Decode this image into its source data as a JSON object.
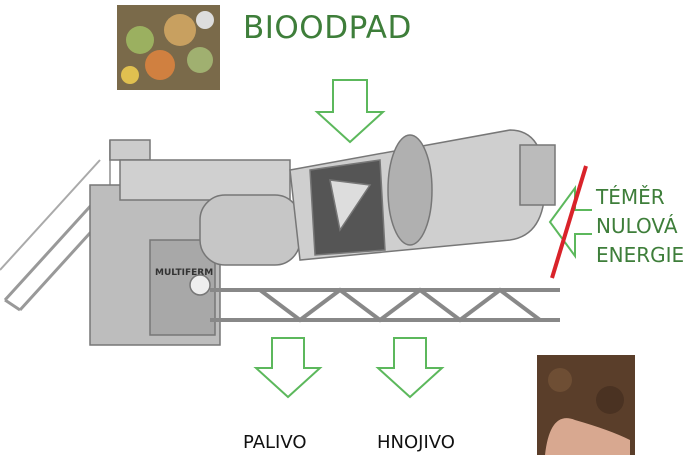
{
  "title": "BIOODPAD",
  "energy_note": [
    "TÉMĚR",
    "NULOVÁ",
    "ENERGIE"
  ],
  "outputs": [
    "PALIVO",
    "HNOJIVO"
  ],
  "machine_brand": "MULTIFERM",
  "colors": {
    "green": "#3e7e3a",
    "arrow": "#5cb85c",
    "red": "#d9232a"
  }
}
